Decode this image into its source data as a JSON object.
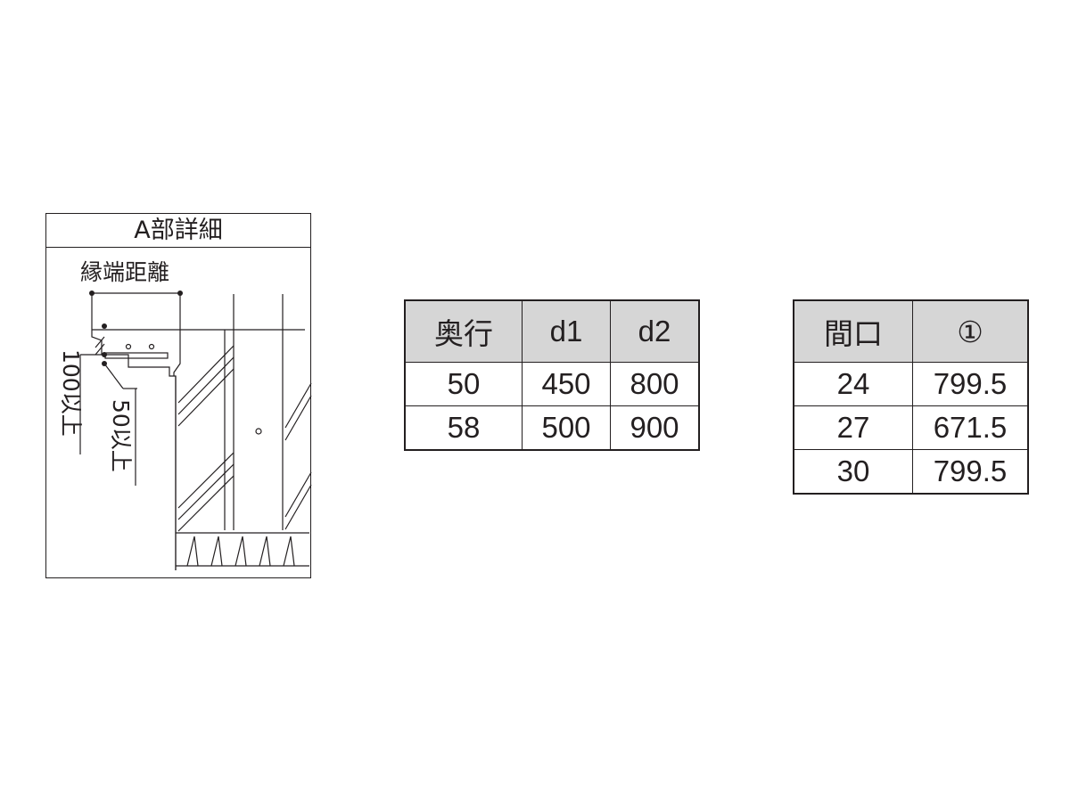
{
  "detail": {
    "title": "A部詳細",
    "edge_distance_label": "縁端距離",
    "dim_100_label": "100以上",
    "dim_50_label": "50以上"
  },
  "depth_table": {
    "headers": [
      "奥行",
      "d1",
      "d2"
    ],
    "rows": [
      [
        "50",
        "450",
        "800"
      ],
      [
        "58",
        "500",
        "900"
      ]
    ]
  },
  "frontage_table": {
    "headers": [
      "間口",
      "①"
    ],
    "rows": [
      [
        "24",
        "799.5"
      ],
      [
        "27",
        "671.5"
      ],
      [
        "30",
        "799.5"
      ]
    ]
  },
  "colors": {
    "line": "#231f20",
    "header_bg": "#d6d6d6",
    "background": "#ffffff"
  }
}
